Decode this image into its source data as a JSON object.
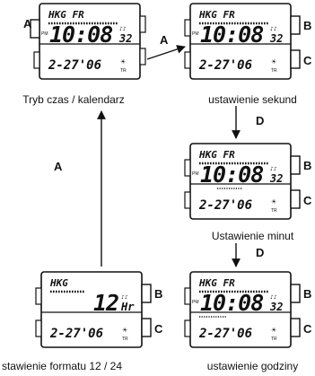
{
  "screens": [
    {
      "id": "tl",
      "top_text": "HKG  FR",
      "time": "10:08",
      "seconds": "32",
      "date": "2-27'06",
      "caption": "Tryb czas / kalendarz",
      "left_button": "A",
      "right_buttons": []
    },
    {
      "id": "tr",
      "top_text": "HKG  FR",
      "time": "10:08",
      "seconds": "32",
      "date": "2-27'06",
      "caption": "ustawienie sekund",
      "left_button": "",
      "right_buttons": [
        "B",
        "C"
      ]
    },
    {
      "id": "mr",
      "top_text": "HKG  FR",
      "time": "10:08",
      "seconds": "32",
      "date": "2-27'06",
      "caption": "Ustawienie minut",
      "left_button": "",
      "right_buttons": [
        "B",
        "C"
      ]
    },
    {
      "id": "bl",
      "top_text": "HKG",
      "time": "12",
      "seconds": "Hr",
      "date": "2-27'06",
      "caption": "stawienie formatu 12 / 24",
      "left_button": "",
      "right_buttons": [
        "B",
        "C"
      ]
    },
    {
      "id": "br",
      "top_text": "HKG  FR",
      "time": "10:08",
      "seconds": "32",
      "date": "2-27'06",
      "caption": "ustawienie godziny",
      "left_button": "",
      "right_buttons": [
        "B",
        "C"
      ]
    }
  ],
  "arrows": [
    {
      "from": "tl",
      "to": "tr",
      "label": "A"
    },
    {
      "from": "tr",
      "to": "mr",
      "label": "D"
    },
    {
      "from": "mr",
      "to": "br",
      "label": "D"
    },
    {
      "from": "bl",
      "to": "tl",
      "label": "A"
    }
  ],
  "colors": {
    "ink": "#111111",
    "paper": "#ffffff"
  }
}
